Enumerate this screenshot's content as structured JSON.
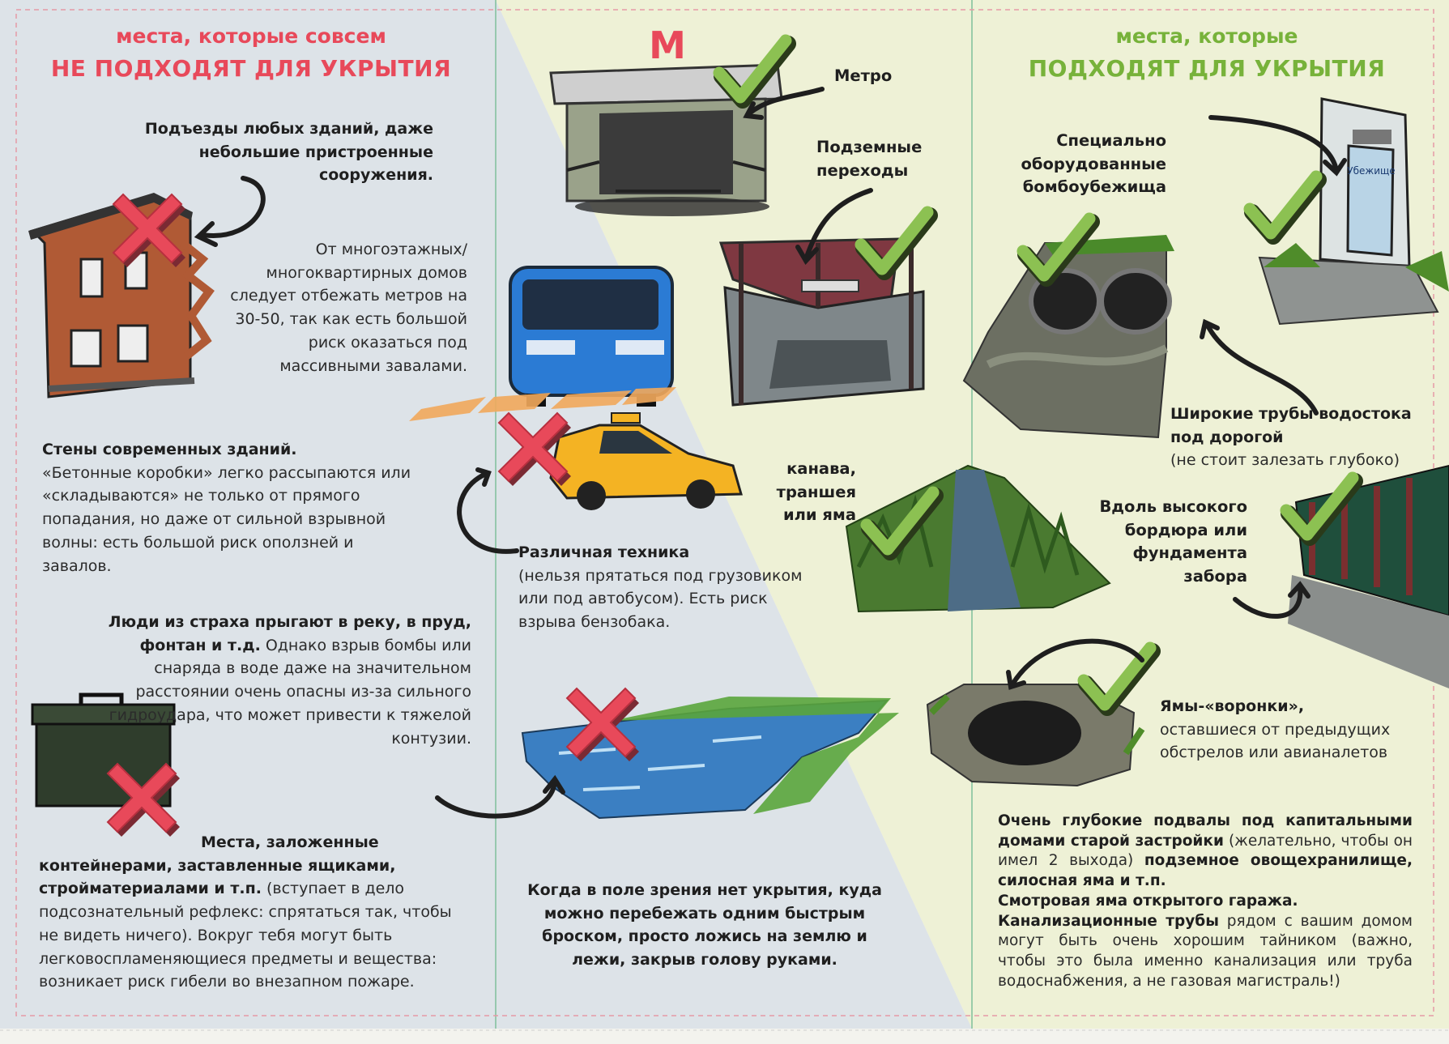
{
  "left_column": {
    "heading_line1": "места, которые совсем",
    "heading_line2": "НЕ ПОДХОДЯТ ДЛЯ УКРЫТИЯ",
    "entrances": {
      "bold": "Подъезды любых зданий, даже небольшие пристроенные сооружения."
    },
    "multistory": {
      "text": "От многоэтажных/ многоквартирных домов следует отбежать метров на 30-50, так как есть большой риск оказаться под массивными завалами."
    },
    "walls": {
      "bold": "Стены современных зданий.",
      "text": "«Бетонные коробки» легко рассыпаются или «складываются» не только от прямого попадания, но даже от сильной взрывной волны: есть большой риск оползней и завалов."
    },
    "water": {
      "bold": "Люди из страха прыгают в реку, в пруд, фонтан и т.д.",
      "text": "Однако взрыв бомбы или снаряда в воде даже на значительном расстоянии очень опасны из-за сильного гидроудара, что может привести к тяжелой контузии."
    },
    "containers": {
      "bold": "Места, заложенные контейнерами, заставленные ящиками, стройматериалами и т.п.",
      "text": "(вступает в дело подсознательный рефлекс: спрятаться так, чтобы не видеть ничего). Вокруг тебя могут быть легковоспламеняющиеся предметы и вещества: возникает риск гибели во внезапном пожаре."
    }
  },
  "middle_column": {
    "metro_label": "Метро",
    "metro_sign": "М",
    "underpass_label": "Подземные переходы",
    "vehicles": {
      "bold": "Различная техника",
      "text": "(нельзя прятаться под грузовиком или под автобусом). Есть риск взрыва бензобака."
    },
    "ditch_label": "канава, траншея или яма",
    "no_cover": "Когда в поле зрения нет укрытия, куда можно перебежать одним быстрым броском, просто ложись на землю и лежи, закрыв голову руками."
  },
  "right_column": {
    "heading_line1": "места, которые",
    "heading_line2": "ПОДХОДЯТ ДЛЯ УКРЫТИЯ",
    "shelters_label": "Специально оборудованные бомбоубежища",
    "shelter_sign": "Убежище",
    "pipes": {
      "bold": "Широкие трубы водостока под дорогой",
      "text": "(не стоит залезать глубоко)"
    },
    "curb_label": "Вдоль высокого бордюра или фундамента забора",
    "craters": {
      "bold": "Ямы-«воронки»,",
      "text": "оставшиеся от предыдущих обстрелов или авианалетов"
    },
    "basements": {
      "bold1": "Очень глубокие подвалы под капитальными домами старой застройки",
      "text1": "(желательно, чтобы он имел 2 выхода)",
      "bold2": "подземное овощехранилище, силосная яма и т.п.",
      "bold3": "Смотровая яма открытого гаража.",
      "bold4": "Канализационные трубы",
      "text4": "рядом с вашим домом могут быть очень хорошим тайником (важно, чтобы это была именно канализация или труба водоснабжения, а не газовая магистраль!)"
    }
  },
  "colors": {
    "bad_bg": "#dde3e8",
    "good_bg": "#eef1d6",
    "bad_accent": "#e8495a",
    "good_accent": "#77b23a",
    "cross": "#e8495a",
    "check": "#8cc152"
  }
}
